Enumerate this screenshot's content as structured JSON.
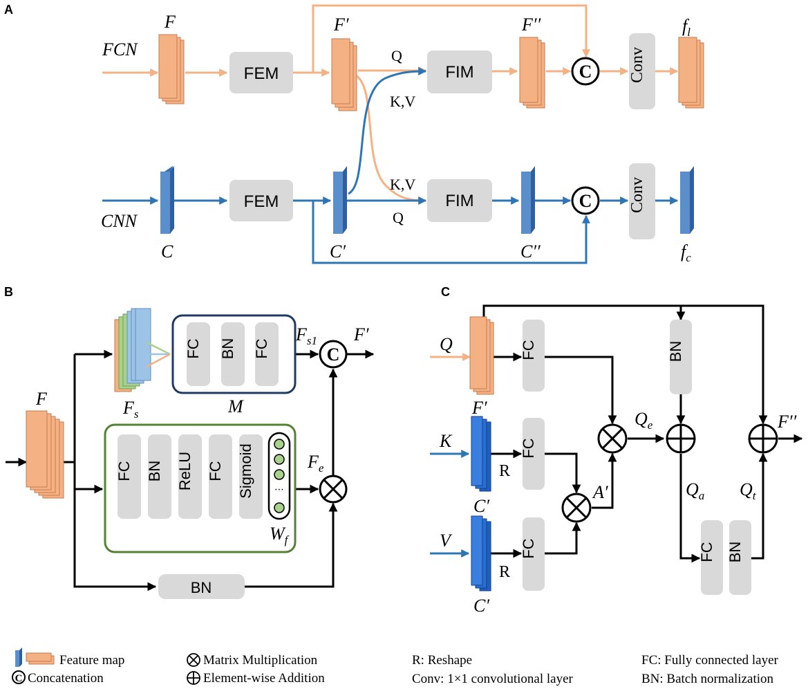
{
  "panels": {
    "a": "A",
    "b": "B",
    "c": "C"
  },
  "panel_a": {
    "input_fcn": "FCN",
    "input_cnn": "CNN",
    "feat_F": "F",
    "feat_F_prime": "F′",
    "feat_F_dprime": "F′′",
    "feat_f_l": "f",
    "feat_f_l_sub": "l",
    "feat_C": "C",
    "feat_C_prime": "C′",
    "feat_C_dprime": "C′′",
    "feat_f_c": "f",
    "feat_f_c_sub": "c",
    "fem": "FEM",
    "fim": "FIM",
    "conv": "Conv",
    "concat": "C",
    "q": "Q",
    "kv": "K,V"
  },
  "panel_b": {
    "feat_F": "F",
    "feat_Fs": "F",
    "feat_Fs_sub": "s",
    "module_M": "M",
    "fs1": "F",
    "fs1_sub": "s1",
    "out": "F′",
    "fe": "F",
    "fe_sub": "e",
    "wf": "W",
    "wf_sub": "f",
    "m_blocks": [
      "FC",
      "BN",
      "FC"
    ],
    "gate_blocks": [
      "FC",
      "BN",
      "ReLU",
      "FC",
      "Sigmoid"
    ],
    "bn": "BN",
    "concat": "C"
  },
  "panel_c": {
    "q": "Q",
    "k": "K",
    "v": "V",
    "f_prime": "F′",
    "c_prime_k": "C′",
    "c_prime_v": "C′",
    "fc": "FC",
    "bn": "BN",
    "r": "R",
    "a_prime": "A′",
    "qe": "Q",
    "qe_sub": "e",
    "qa": "Q",
    "qa_sub": "a",
    "qt": "Q",
    "qt_sub": "t",
    "out": "F′′"
  },
  "legend": {
    "feature_map": "Feature map",
    "concatenation": "Concatenation",
    "concat_symbol": "C",
    "matmul": "Matrix Multiplication",
    "addition": "Element-wise Addition",
    "reshape": "R: Reshape",
    "conv": "Conv: 1×1 convolutional layer",
    "fc": "FC: Fully connected layer",
    "bn": "BN: Batch normalization"
  },
  "colors": {
    "orange_fill": "#f4b183",
    "orange_dark": "#e8946a",
    "orange_line": "#f4b183",
    "blue_fill": "#5b8fcc",
    "blue_dark": "#3c6fb0",
    "blue_line": "#2e75b6",
    "deep_blue": "#1f5fbf",
    "green_box": "#548235",
    "navy_box": "#1f3864",
    "gray_block": "#d9d9d9"
  }
}
